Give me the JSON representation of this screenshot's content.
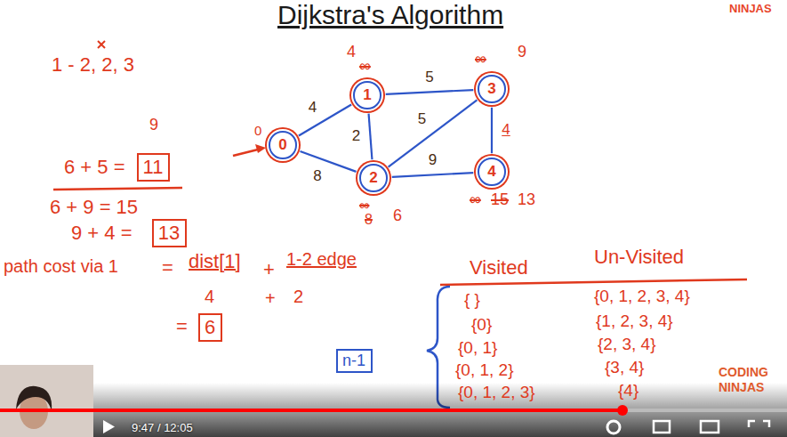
{
  "diagram": {
    "title": "Dijkstra's Algorithm",
    "nodes": [
      {
        "text": [
          "0"
        ]
      },
      {
        "text": [
          "1"
        ]
      },
      {
        "text": [
          "2"
        ]
      },
      {
        "text": [
          "3"
        ]
      },
      {
        "text": [
          "4"
        ]
      },
      {
        "text": [
          "11"
        ]
      },
      {
        "text": [
          "13"
        ]
      },
      {
        "text": [
          "6"
        ]
      },
      {
        "text": [
          "n-1"
        ]
      }
    ],
    "edges": [
      {
        "from": 0,
        "to": 1,
        "label": "4",
        "arrow": "none"
      },
      {
        "from": 0,
        "to": 2,
        "label": "8",
        "arrow": "none"
      },
      {
        "from": 1,
        "to": 2,
        "label": "2",
        "arrow": "none"
      },
      {
        "from": 1,
        "to": 3,
        "label": "5",
        "arrow": "none"
      },
      {
        "from": 2,
        "to": 3,
        "label": "5",
        "arrow": "none"
      },
      {
        "from": 2,
        "to": 4,
        "label": "9",
        "arrow": "none"
      },
      {
        "from": 3,
        "to": 4,
        "label": "4",
        "arrow": "none"
      }
    ],
    "labels": [
      "1 - 2, 2, 3",
      "9",
      "6 + 5 =",
      "6 + 9 = 15",
      "9 + 4 =",
      "path cost via 1",
      "=",
      "dist[1]",
      "+",
      "1-2 edge",
      "4",
      "+",
      "2",
      "=",
      "0",
      "4",
      "∞",
      "∞",
      "9",
      "∞",
      "8",
      "6",
      "∞",
      "15",
      "13",
      "Visited",
      "Un-Visited",
      "{ }",
      "{0, 1, 2, 3, 4}",
      "{0}",
      "{1, 2, 3, 4}",
      "{0, 1}",
      "{2, 3, 4}",
      "{0, 1, 2}",
      "{3, 4}",
      "{0, 1, 2, 3}",
      "{4}",
      "NINJAS",
      "CODING",
      "NINJAS",
      "9:47 / 12:05"
    ]
  }
}
